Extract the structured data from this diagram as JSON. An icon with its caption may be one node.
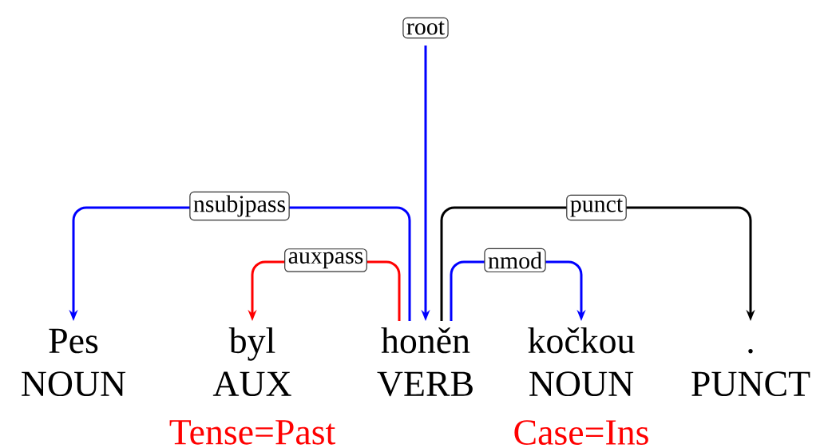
{
  "diagram": {
    "nodes": [
      {
        "text": [
          "Pes",
          "NOUN"
        ]
      },
      {
        "text": [
          "byl",
          "AUX"
        ],
        "beside": [
          "Tense=Past"
        ]
      },
      {
        "text": [
          "honěn",
          "VERB"
        ]
      },
      {
        "text": [
          "kočkou",
          "NOUN"
        ],
        "beside": [
          "Case=Ins"
        ]
      },
      {
        "text": [
          ".",
          "PUNCT"
        ]
      }
    ],
    "edges": [
      {
        "from": null,
        "to": 2,
        "arrow": "to",
        "label": "root",
        "color": "#0000ff"
      },
      {
        "from": 2,
        "to": 0,
        "arrow": "to",
        "label": "nsubjpass",
        "color": "#0000ff"
      },
      {
        "from": 2,
        "to": 1,
        "arrow": "to",
        "label": "auxpass",
        "color": "#ff0000"
      },
      {
        "from": 2,
        "to": 3,
        "arrow": "to",
        "label": "nmod",
        "color": "#0000ff"
      },
      {
        "from": 2,
        "to": 4,
        "arrow": "to",
        "label": "punct",
        "color": "#000000"
      }
    ]
  }
}
